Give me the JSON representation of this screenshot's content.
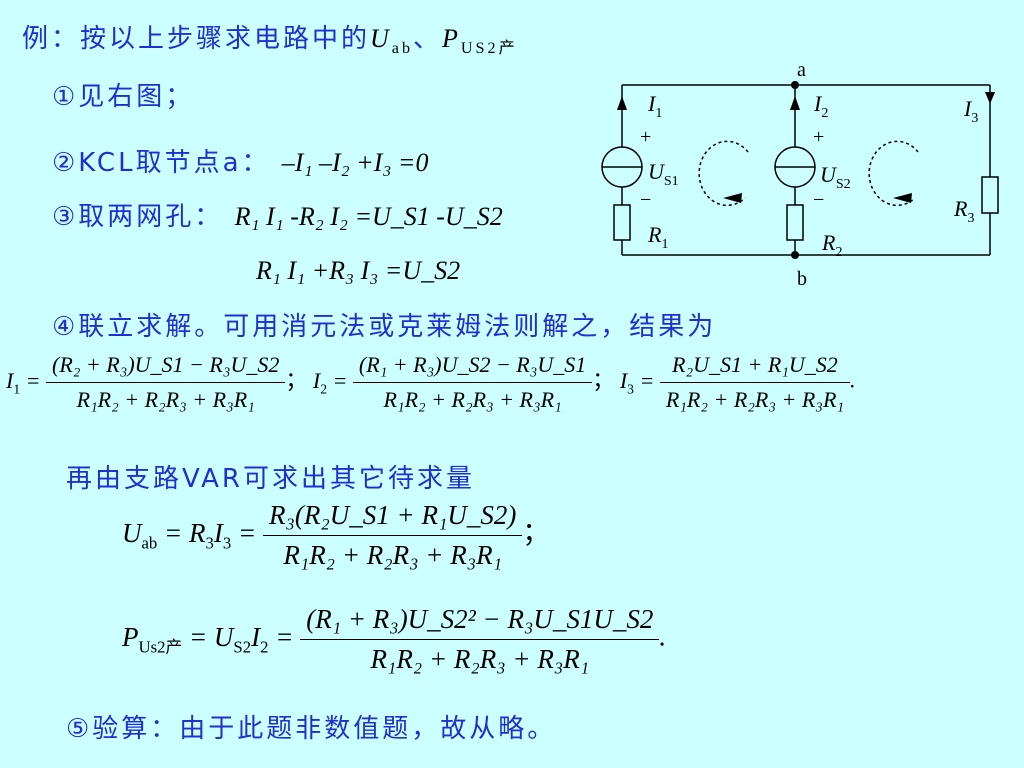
{
  "line1": {
    "prefix": "例：按以上步骤求电路中的",
    "uab": "U",
    "uab_sub": "ab",
    "sep": "、",
    "p": "P",
    "p_sub": "US2产"
  },
  "step1": "①见右图；",
  "step2": {
    "label": "②KCL取节点a：",
    "eq": "–I₁ –I₂ +I₃ =0"
  },
  "step3": {
    "label": "③取两网孔：",
    "eq1": "R₁ I₁ -R₂ I₂ =U_S1 -U_S2",
    "eq2": "R₁ I₁ +R₃ I₃ =U_S2"
  },
  "step4": "④联立求解。可用消元法或克莱姆法则解之，结果为",
  "solutions": {
    "i1_lhs": "I",
    "i1_sub": "1",
    "i1_num": "(R₂ + R₃)U_S1 − R₃U_S2",
    "i2_lhs": "I",
    "i2_sub": "2",
    "i2_num": "(R₁ + R₃)U_S2 − R₃U_S1",
    "i3_lhs": "I",
    "i3_sub": "3",
    "i3_num": "R₂U_S1 + R₁U_S2",
    "den": "R₁R₂ + R₂R₃ + R₃R₁",
    "sep": "；",
    "end": "."
  },
  "step5_intro": "再由支路VAR可求出其它待求量",
  "uab_eq": {
    "num": "R₃(R₂U_S1 + R₁U_S2)",
    "den": "R₁R₂ + R₂R₃ + R₃R₁",
    "end": "；"
  },
  "p_eq": {
    "num": "(R₁ + R₃)U_S2² − R₃U_S1U_S2",
    "den": "R₁R₂ + R₂R₃ + R₃R₁",
    "end": "."
  },
  "step5": "⑤验算：由于此题非数值题，故从略。",
  "circuit": {
    "node_a": "a",
    "node_b": "b",
    "i1": "I",
    "i1_sub": "1",
    "i2": "I",
    "i2_sub": "2",
    "i3": "I",
    "i3_sub": "3",
    "us1": "U",
    "us1_sub": "S1",
    "us2": "U",
    "us2_sub": "S2",
    "r1": "R",
    "r1_sub": "1",
    "r2": "R",
    "r2_sub": "2",
    "r3": "R",
    "r3_sub": "3",
    "plus": "+",
    "minus": "−"
  }
}
